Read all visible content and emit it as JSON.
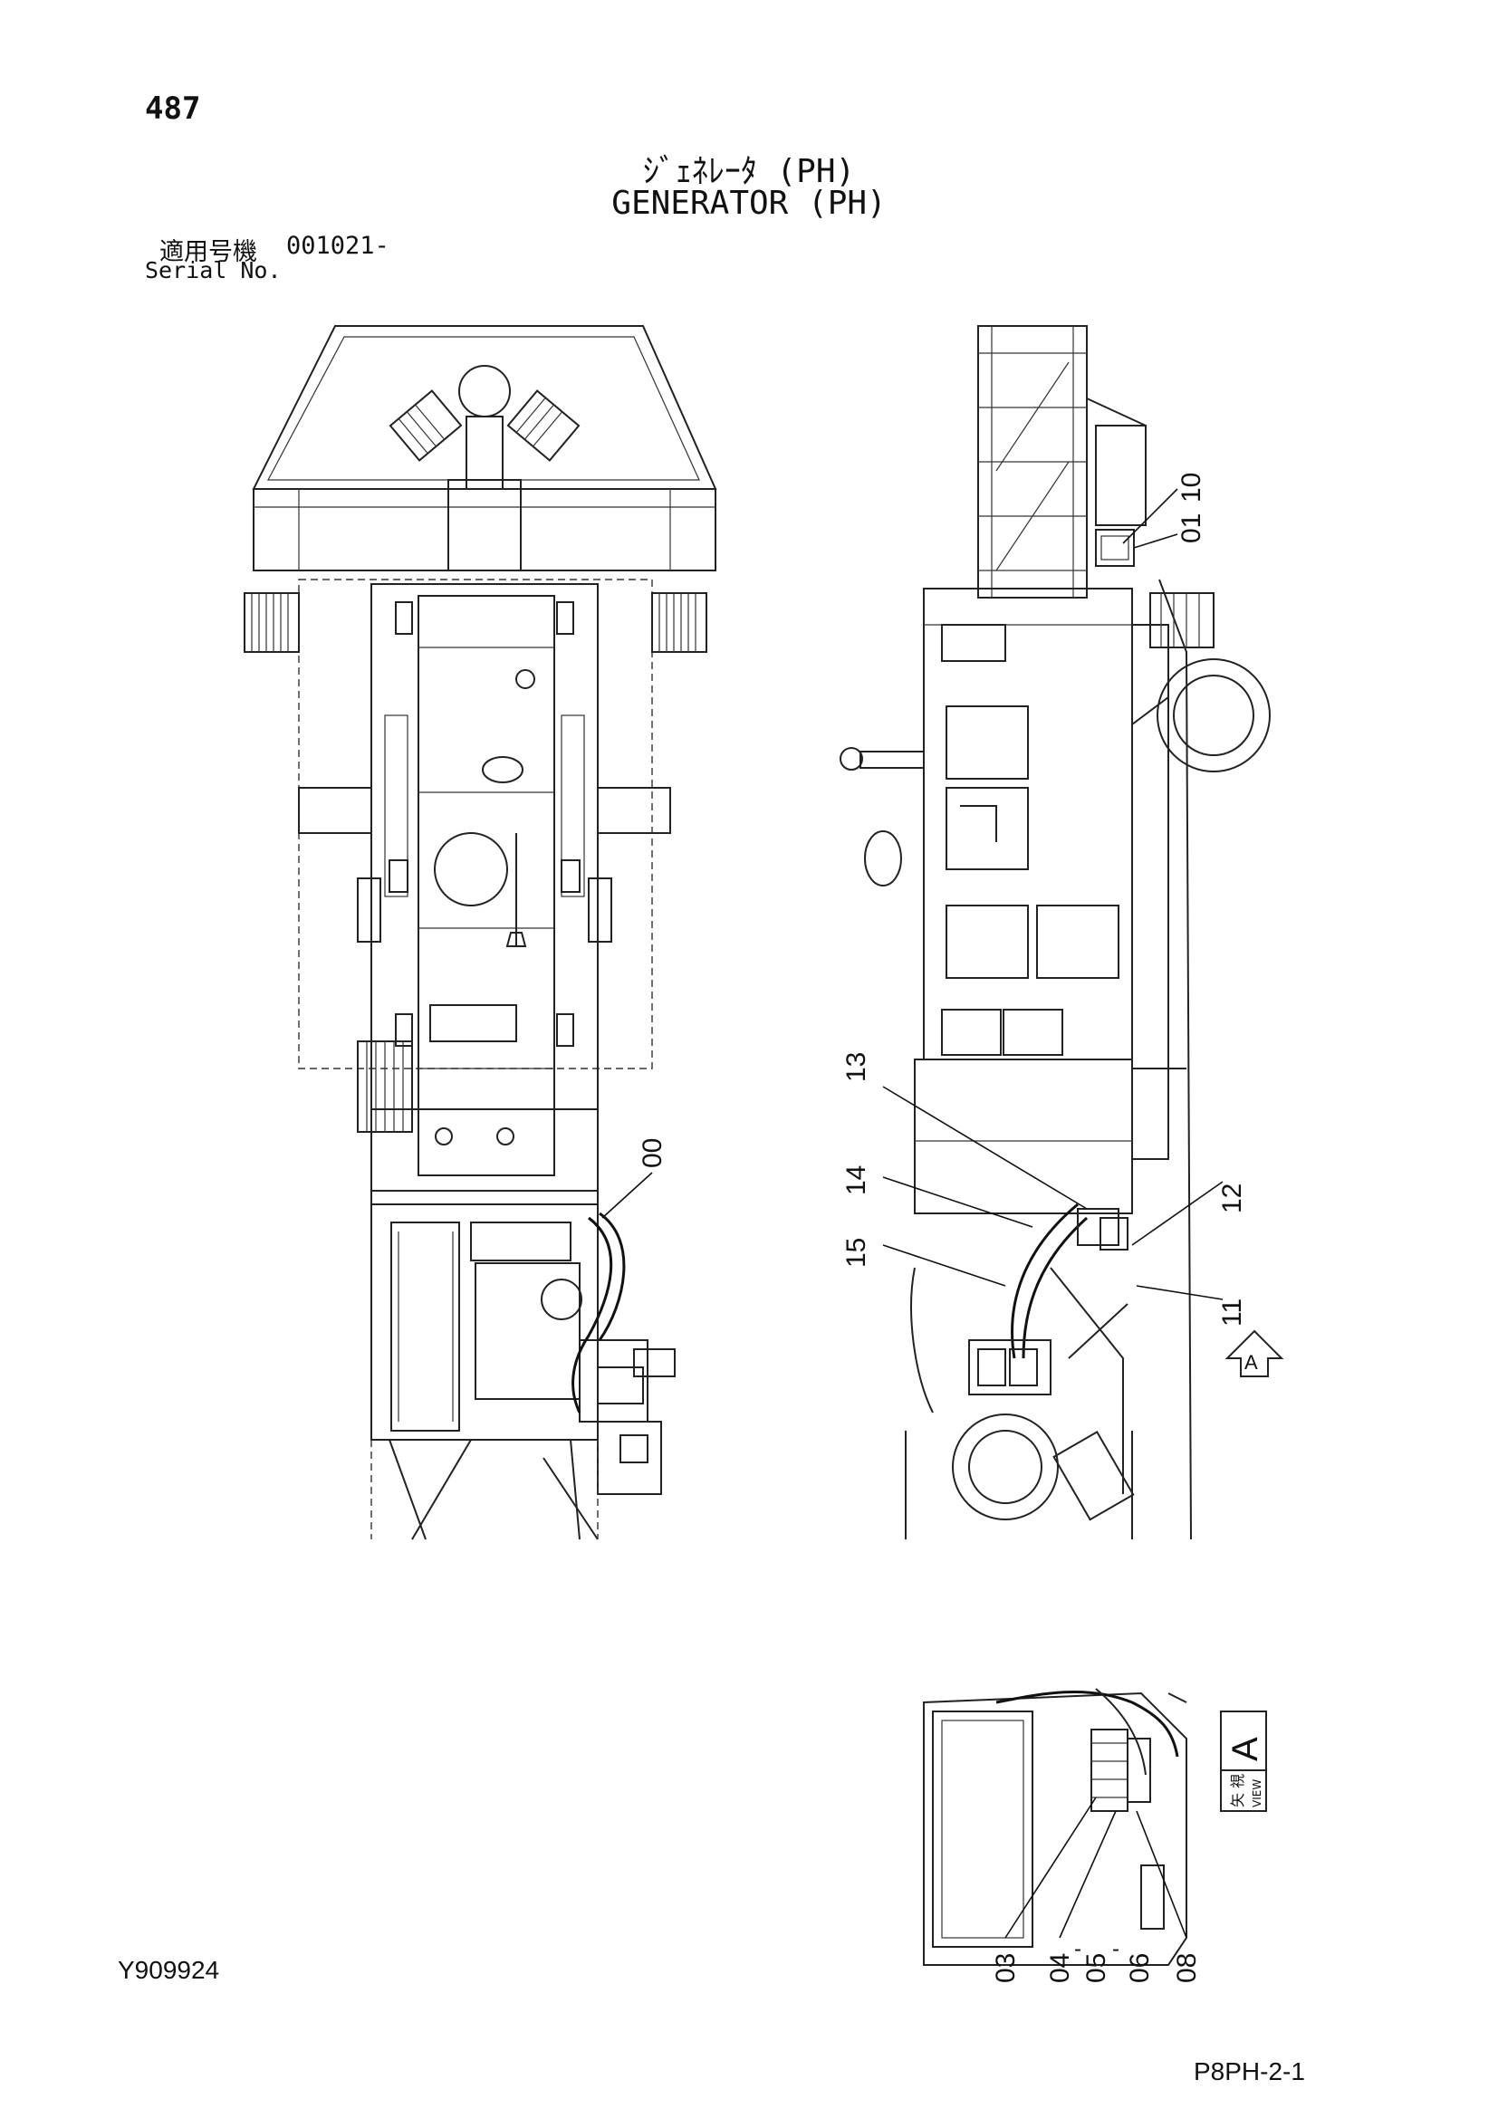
{
  "header": {
    "page_number": "487",
    "title_jp": "ｼﾞｪﾈﾚｰﾀ (PH)",
    "title_en": "GENERATOR (PH)",
    "serial_label_jp": "適用号機",
    "serial_value": "001021-",
    "serial_label_en": "Serial No."
  },
  "footer": {
    "drawing_code": "Y909924",
    "sheet_ref": "P8PH-2-1"
  },
  "callouts": {
    "c00": "00",
    "c01": "01",
    "c10": "10",
    "c11": "11",
    "c12": "12",
    "c13": "13",
    "c14": "14",
    "c15": "15",
    "c03": "03",
    "c04": "04",
    "c05": "05",
    "c06": "06",
    "c08": "08"
  },
  "view_marker": {
    "arrow_letter": "A",
    "box_letter": "A",
    "box_jp": "矢 視",
    "box_en": "VIEW"
  },
  "dash_glyph": "-"
}
